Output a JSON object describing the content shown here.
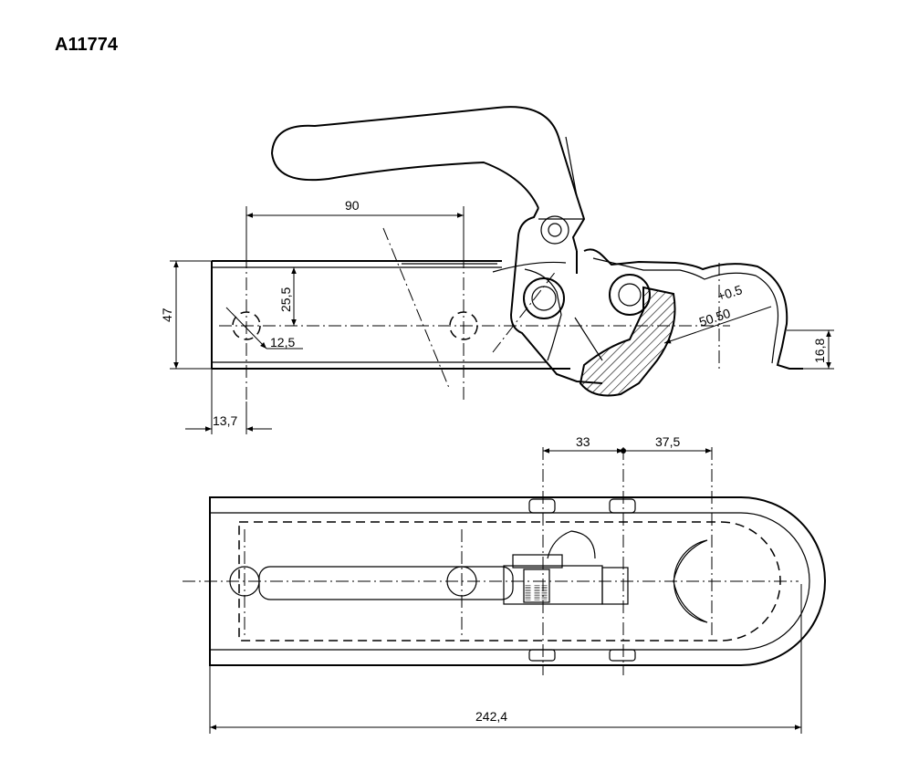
{
  "title": "A11774",
  "dimensions": {
    "d90": "90",
    "d25_5": "25,5",
    "d47": "47",
    "d12_5": "12,5",
    "d13_7": "13,7",
    "d0_5": "+0.5",
    "d50_50": "50.50",
    "d16_8": "16,8",
    "d33": "33",
    "d37_5": "37,5",
    "d242_4": "242,4"
  }
}
